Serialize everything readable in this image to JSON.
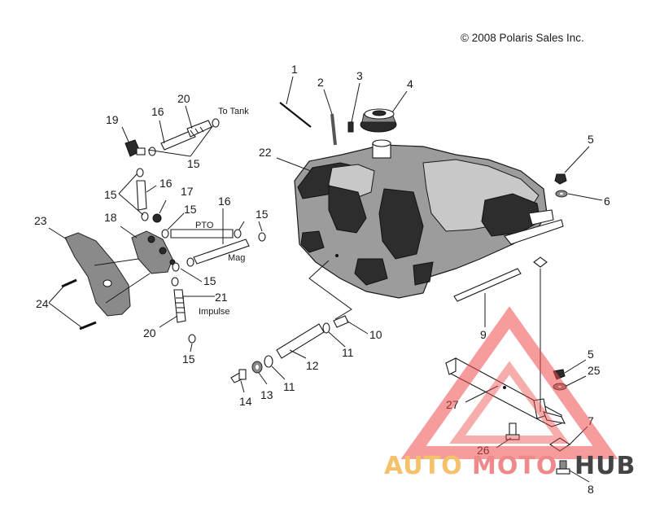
{
  "copyright": "© 2008 Polaris Sales Inc.",
  "notes": {
    "to_tank": "To Tank",
    "pto": "PTO",
    "mag": "Mag",
    "impulse": "Impulse"
  },
  "callouts": {
    "c1": "1",
    "c2": "2",
    "c3": "3",
    "c4": "4",
    "c5a": "5",
    "c5b": "5",
    "c6": "6",
    "c7": "7",
    "c8": "8",
    "c9": "9",
    "c10": "10",
    "c11a": "11",
    "c11b": "11",
    "c12": "12",
    "c13": "13",
    "c14": "14",
    "c15a": "15",
    "c15b": "15",
    "c15c": "15",
    "c15d": "15",
    "c15e": "15",
    "c15f": "15",
    "c16a": "16",
    "c16b": "16",
    "c16c": "16",
    "c17": "17",
    "c18": "18",
    "c19": "19",
    "c20a": "20",
    "c20b": "20",
    "c21": "21",
    "c22": "22",
    "c23": "23",
    "c24": "24",
    "c25": "25",
    "c26": "26",
    "c27": "27"
  },
  "watermark": {
    "text_a": "AUTO",
    "text_b": "MOTO",
    "text_c": "HUB",
    "color_triangle": "#ef4a4a",
    "color_text_a": "#f5c26b",
    "color_text_b": "#f08a8a",
    "color_text_c": "#444444"
  }
}
